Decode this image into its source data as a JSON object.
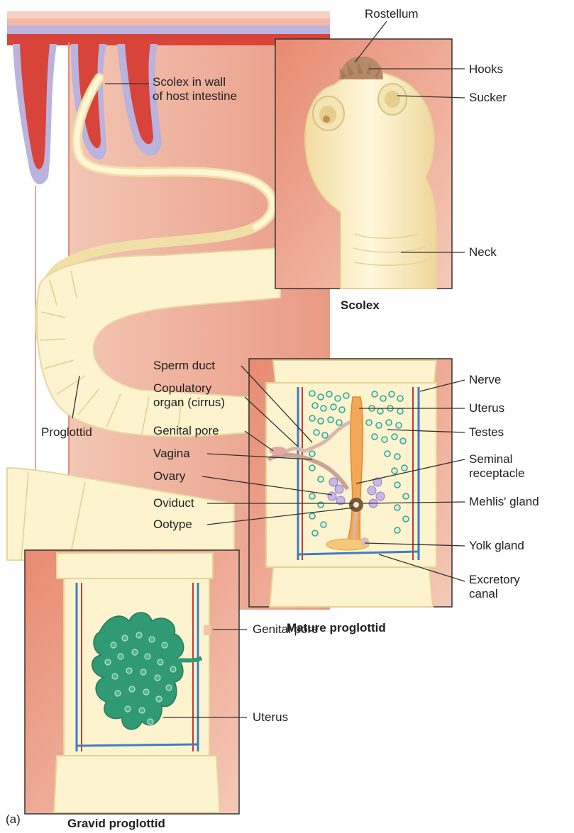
{
  "panel_letter": "(a)",
  "scolex_panel": {
    "title": "Scolex",
    "labels": {
      "rostellum": "Rostellum",
      "hooks": "Hooks",
      "sucker": "Sucker",
      "neck": "Neck"
    }
  },
  "overview": {
    "labels": {
      "scolex_in_wall": "Scolex in wall\nof host intestine",
      "proglottid": "Proglottid"
    }
  },
  "mature_panel": {
    "title": "Mature proglottid",
    "labels": {
      "sperm_duct": "Sperm duct",
      "copulatory_organ": "Copulatory\norgan (cirrus)",
      "genital_pore": "Genital pore",
      "vagina": "Vagina",
      "ovary": "Ovary",
      "oviduct": "Oviduct",
      "ootype": "Ootype",
      "nerve": "Nerve",
      "uterus": "Uterus",
      "testes": "Testes",
      "seminal_receptacle": "Seminal\nreceptacle",
      "mehlis_gland": "Mehlis' gland",
      "yolk_gland": "Yolk gland",
      "excretory_canal": "Excretory\ncanal"
    }
  },
  "gravid_panel": {
    "title": "Gravid proglottid",
    "labels": {
      "genital_pore": "Genital pore",
      "uterus": "Uterus"
    }
  },
  "colors": {
    "intestine_wall": "#e8897a",
    "villus_lining": "#b3aedb",
    "body_cream": "#fdf3cf",
    "background_salmon": "#efb6a2",
    "testes_green": "#3aa882",
    "gravid_uterus_green": "#2f9a73",
    "uterus_orange": "#f3a857",
    "nerve_blue": "#3d7fc0",
    "canal_red": "#c23a3a"
  }
}
